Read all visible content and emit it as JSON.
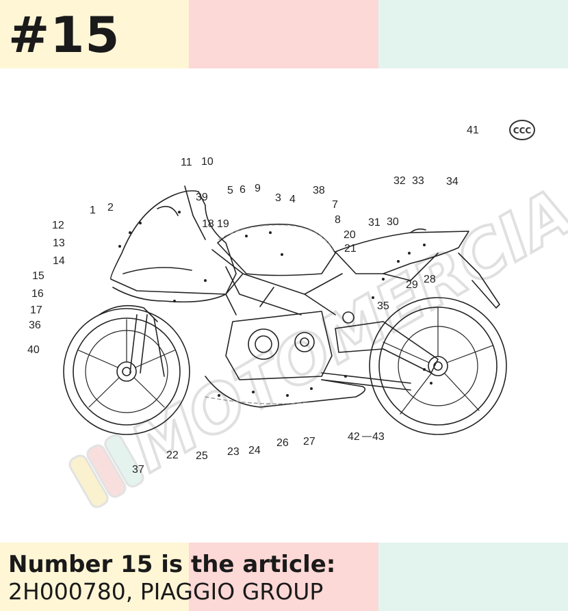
{
  "header": {
    "item_number": "#15"
  },
  "footer": {
    "headline": "Number 15 is the article:",
    "article": "2H000780, PIAGGIO GROUP"
  },
  "watermark": {
    "text": "MOTOMERCIA"
  },
  "diagram": {
    "callouts": [
      "1",
      "2",
      "3",
      "4",
      "5",
      "6",
      "7",
      "8",
      "9",
      "10",
      "11",
      "12",
      "13",
      "14",
      "15",
      "16",
      "17",
      "18",
      "19",
      "20",
      "21",
      "22",
      "23",
      "24",
      "25",
      "26",
      "27",
      "28",
      "29",
      "30",
      "31",
      "32",
      "33",
      "34",
      "35",
      "36",
      "37",
      "38",
      "39",
      "40",
      "41",
      "42",
      "43"
    ],
    "mark": "CCC"
  },
  "colors": {
    "band_yellow": "#fff6d6",
    "band_pink": "#fcd8d6",
    "band_mint": "#e3f4ee",
    "text": "#1a1a1a"
  }
}
